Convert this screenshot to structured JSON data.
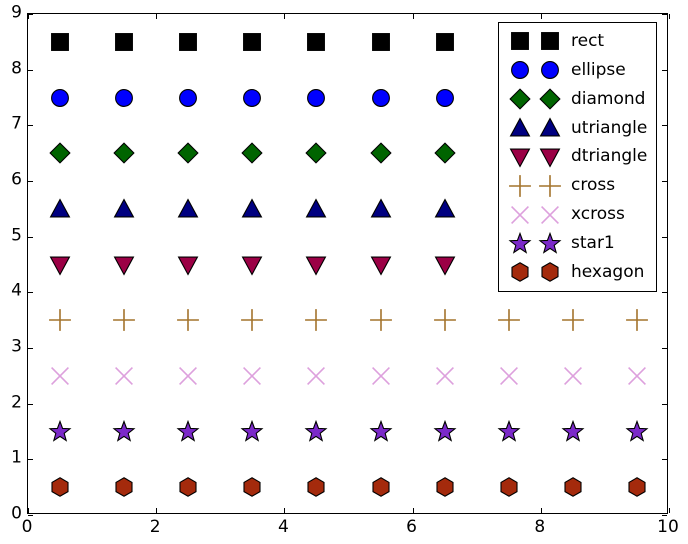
{
  "chart_data": {
    "type": "scatter",
    "title": "",
    "xlabel": "",
    "ylabel": "",
    "xlim": [
      0,
      10
    ],
    "ylim": [
      0,
      9
    ],
    "grid": false,
    "legend_position": "upper right",
    "xticks": [
      0,
      2,
      4,
      6,
      8,
      10
    ],
    "xticklabels": [
      "0",
      "2",
      "4",
      "6",
      "8",
      "10"
    ],
    "yticks": [
      0,
      1,
      2,
      3,
      4,
      5,
      6,
      7,
      8,
      9
    ],
    "yticklabels": [
      "0",
      "1",
      "2",
      "3",
      "4",
      "5",
      "6",
      "7",
      "8",
      "9"
    ],
    "series": [
      {
        "name": "rect",
        "marker": "square",
        "color": "#000000",
        "edgecolor": "#000000",
        "y": 8.5,
        "x": [
          0.5,
          1.5,
          2.5,
          3.5,
          4.5,
          5.5,
          6.5,
          7.5,
          8.5,
          9.5
        ],
        "values": [
          8.5,
          8.5,
          8.5,
          8.5,
          8.5,
          8.5,
          8.5,
          8.5,
          8.5,
          8.5
        ]
      },
      {
        "name": "ellipse",
        "marker": "circle",
        "color": "#0000ff",
        "edgecolor": "#000000",
        "y": 7.5,
        "x": [
          0.5,
          1.5,
          2.5,
          3.5,
          4.5,
          5.5,
          6.5,
          7.5,
          8.5,
          9.5
        ],
        "values": [
          7.5,
          7.5,
          7.5,
          7.5,
          7.5,
          7.5,
          7.5,
          7.5,
          7.5,
          7.5
        ]
      },
      {
        "name": "diamond",
        "marker": "diamond",
        "color": "#006400",
        "edgecolor": "#000000",
        "y": 6.5,
        "x": [
          0.5,
          1.5,
          2.5,
          3.5,
          4.5,
          5.5,
          6.5,
          7.5,
          8.5,
          9.5
        ],
        "values": [
          6.5,
          6.5,
          6.5,
          6.5,
          6.5,
          6.5,
          6.5,
          6.5,
          6.5,
          6.5
        ]
      },
      {
        "name": "utriangle",
        "marker": "triangle-up",
        "color": "#000080",
        "edgecolor": "#000000",
        "y": 5.5,
        "x": [
          0.5,
          1.5,
          2.5,
          3.5,
          4.5,
          5.5,
          6.5,
          7.5,
          8.5,
          9.5
        ],
        "values": [
          5.5,
          5.5,
          5.5,
          5.5,
          5.5,
          5.5,
          5.5,
          5.5,
          5.5,
          5.5
        ]
      },
      {
        "name": "dtriangle",
        "marker": "triangle-down",
        "color": "#9b0045",
        "edgecolor": "#000000",
        "y": 4.5,
        "x": [
          0.5,
          1.5,
          2.5,
          3.5,
          4.5,
          5.5,
          6.5,
          7.5,
          8.5,
          9.5
        ],
        "values": [
          4.5,
          4.5,
          4.5,
          4.5,
          4.5,
          4.5,
          4.5,
          4.5,
          4.5,
          4.5
        ]
      },
      {
        "name": "cross",
        "marker": "plus",
        "color": "#a3732c",
        "edgecolor": "#a3732c",
        "y": 3.5,
        "x": [
          0.5,
          1.5,
          2.5,
          3.5,
          4.5,
          5.5,
          6.5,
          7.5,
          8.5,
          9.5
        ],
        "values": [
          3.5,
          3.5,
          3.5,
          3.5,
          3.5,
          3.5,
          3.5,
          3.5,
          3.5,
          3.5
        ]
      },
      {
        "name": "xcross",
        "marker": "x",
        "color": "#dda0dd",
        "edgecolor": "#dda0dd",
        "y": 2.5,
        "x": [
          0.5,
          1.5,
          2.5,
          3.5,
          4.5,
          5.5,
          6.5,
          7.5,
          8.5,
          9.5
        ],
        "values": [
          2.5,
          2.5,
          2.5,
          2.5,
          2.5,
          2.5,
          2.5,
          2.5,
          2.5,
          2.5
        ]
      },
      {
        "name": "star1",
        "marker": "star",
        "color": "#7b29c9",
        "edgecolor": "#000000",
        "y": 1.5,
        "x": [
          0.5,
          1.5,
          2.5,
          3.5,
          4.5,
          5.5,
          6.5,
          7.5,
          8.5,
          9.5
        ],
        "values": [
          1.5,
          1.5,
          1.5,
          1.5,
          1.5,
          1.5,
          1.5,
          1.5,
          1.5,
          1.5
        ]
      },
      {
        "name": "hexagon",
        "marker": "hexagon",
        "color": "#a42a0c",
        "edgecolor": "#000000",
        "y": 0.5,
        "x": [
          0.5,
          1.5,
          2.5,
          3.5,
          4.5,
          5.5,
          6.5,
          7.5,
          8.5,
          9.5
        ],
        "values": [
          0.5,
          0.5,
          0.5,
          0.5,
          0.5,
          0.5,
          0.5,
          0.5,
          0.5,
          0.5
        ]
      }
    ]
  },
  "legend": {
    "entries": [
      {
        "label": "rect"
      },
      {
        "label": "ellipse"
      },
      {
        "label": "diamond"
      },
      {
        "label": "utriangle"
      },
      {
        "label": "dtriangle"
      },
      {
        "label": "cross"
      },
      {
        "label": "xcross"
      },
      {
        "label": "star1"
      },
      {
        "label": "hexagon"
      }
    ]
  }
}
